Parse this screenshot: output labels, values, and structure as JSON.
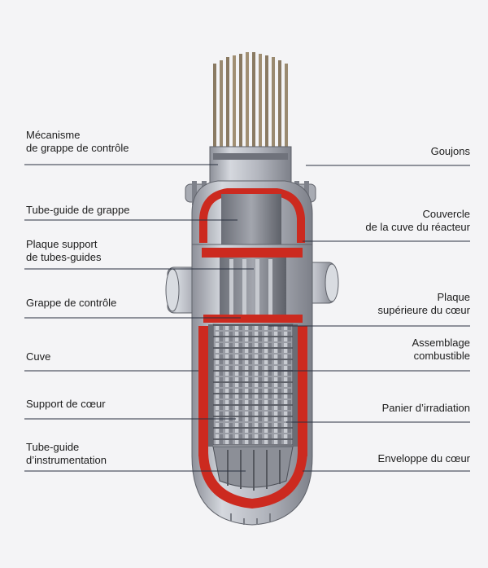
{
  "colors": {
    "background": "#f4f4f6",
    "vessel_steel": "#b9bcc4",
    "cutaway_red": "#cc2a1f",
    "leader_line": "#2a3140"
  },
  "labels_left": [
    {
      "lines": [
        "Mécanisme",
        "de grappe de contrôle"
      ]
    },
    {
      "lines": [
        "Tube-guide de grappe"
      ]
    },
    {
      "lines": [
        "Plaque support",
        "de tubes-guides"
      ]
    },
    {
      "lines": [
        "Grappe de contrôle"
      ]
    },
    {
      "lines": [
        "Cuve"
      ]
    },
    {
      "lines": [
        "Support de cœur"
      ]
    },
    {
      "lines": [
        "Tube-guide",
        "d’instrumentation"
      ]
    }
  ],
  "labels_right": [
    {
      "lines": [
        "Goujons"
      ]
    },
    {
      "lines": [
        "Couvercle",
        "de la cuve du réacteur"
      ]
    },
    {
      "lines": [
        "Plaque",
        "supérieure du cœur"
      ]
    },
    {
      "lines": [
        "Assemblage",
        "combustible"
      ]
    },
    {
      "lines": [
        "Panier d’irradiation"
      ]
    },
    {
      "lines": [
        "Enveloppe du cœur"
      ]
    }
  ]
}
